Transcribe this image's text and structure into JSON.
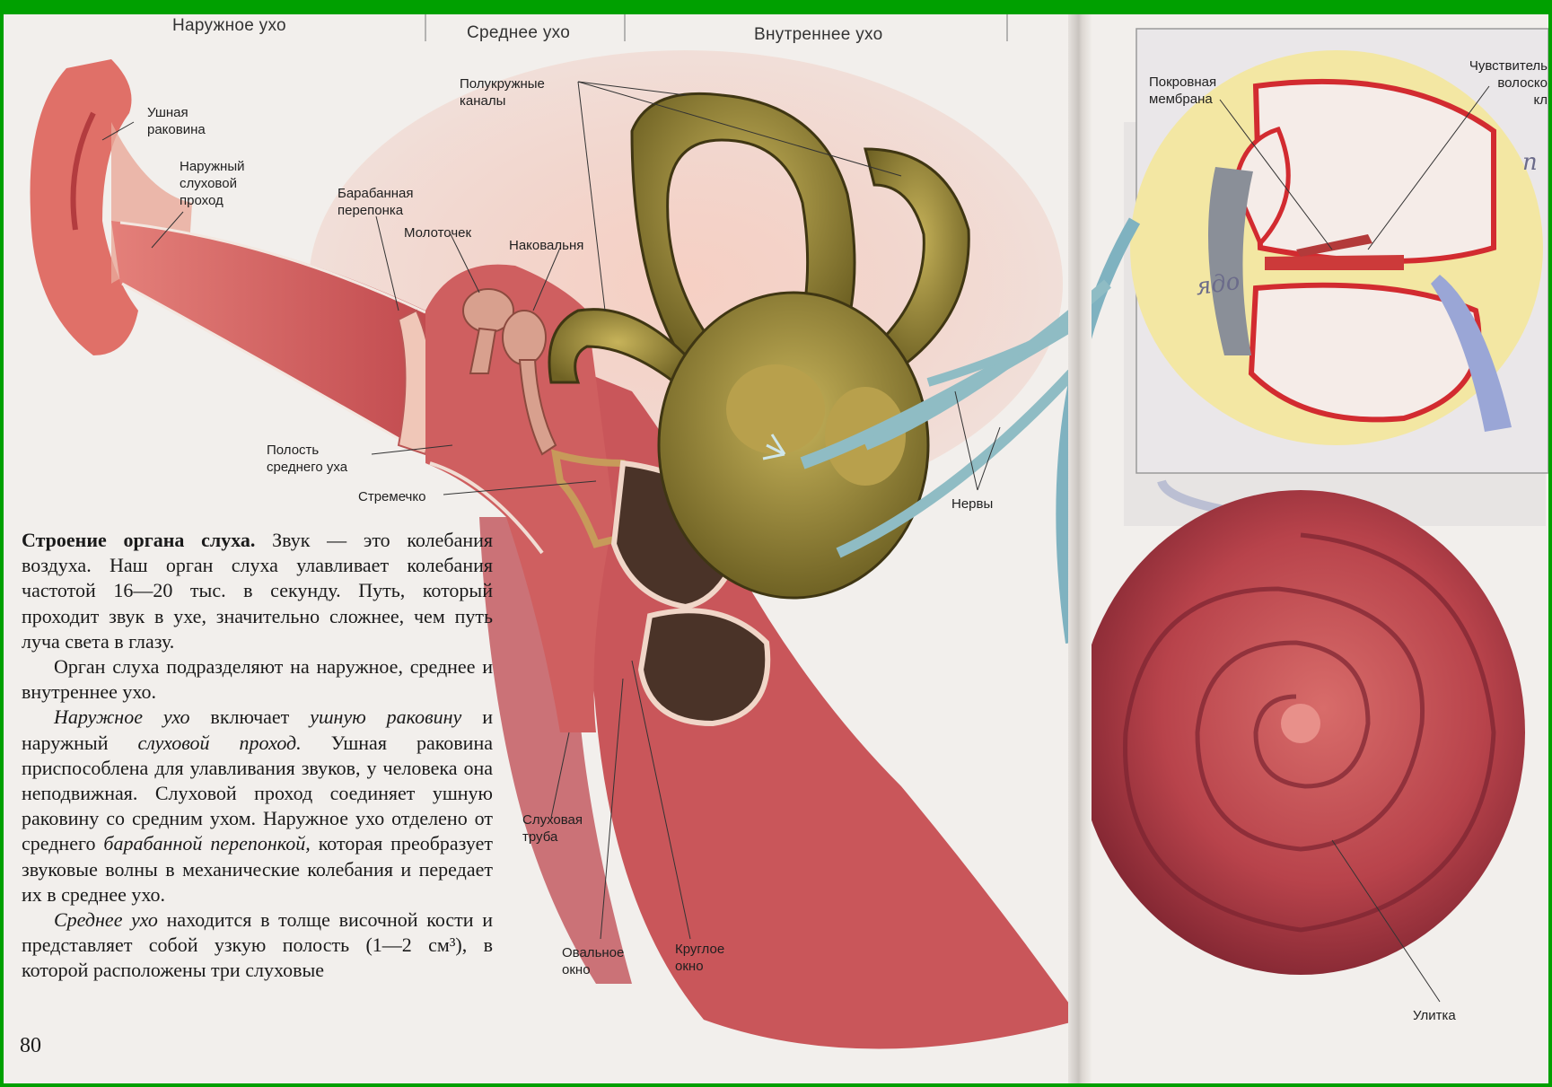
{
  "header": {
    "outer_ear": "Наружное ухо",
    "middle_ear": "Среднее ухо",
    "inner_ear": "Внутреннее ухо"
  },
  "labels": {
    "pinna": "Ушная\nраковина",
    "ear_canal": "Наружный\nслуховой\nпроход",
    "eardrum": "Барабанная\nперепонка",
    "malleus": "Молоточек",
    "incus": "Наковальня",
    "semicircular": "Полукружные\nканалы",
    "tympanic_cavity": "Полость\nсреднего уха",
    "stapes": "Стремечко",
    "nerves": "Нервы",
    "eustachian": "Слуховая\nтруба",
    "oval_window": "Овальное\nокно",
    "round_window": "Круглое\nокно",
    "cochlea": "Улитка",
    "tectorial": "Покровная\nмембрана",
    "hair_cells": "Чувствитель\nволоско\nкл"
  },
  "scribbles": {
    "a": "ядо",
    "b": "п"
  },
  "text": {
    "p1_bold": "Строение органа слуха.",
    "p1_rest": " Звук — это колебания воздуха. Наш орган слуха улавливает колебания частотой 16—20 тыс. в секунду. Путь, который проходит звук в ухе, значительно сложнее, чем путь луча света в глазу.",
    "p2": "Орган слуха подразделяют на наружное, среднее и внутреннее ухо.",
    "p3_i1": "Наружное ухо",
    "p3_t1": " включает ",
    "p3_i2": "ушную раковину",
    "p3_t2": " и наружный ",
    "p3_i3": "слуховой проход.",
    "p3_t3": " Ушная раковина приспособлена для улавливания звуков, у человека она неподвижная. Слуховой проход соединяет ушную раковину со средним ухом. Наружное ухо отделено от среднего ",
    "p3_i4": "барабанной перепонкой,",
    "p3_t4": " которая преобразует звуковые волны в механические колебания и передает их в среднее ухо.",
    "p4_i1": "Среднее ухо",
    "p4_t1": " находится в толще височной кости и представляет собой узкую полость (1—2 см³), в которой расположены три слуховые"
  },
  "page_number": "80",
  "colors": {
    "frame": "#00a000",
    "paper": "#f2efec",
    "flesh": "#d9655f",
    "flesh_dark": "#a8323a",
    "bone_fill": "#f3d6c9",
    "labyrinth": "#9c8a3a",
    "nerve": "#8fbcc4",
    "cochlea": "#b8434b"
  }
}
